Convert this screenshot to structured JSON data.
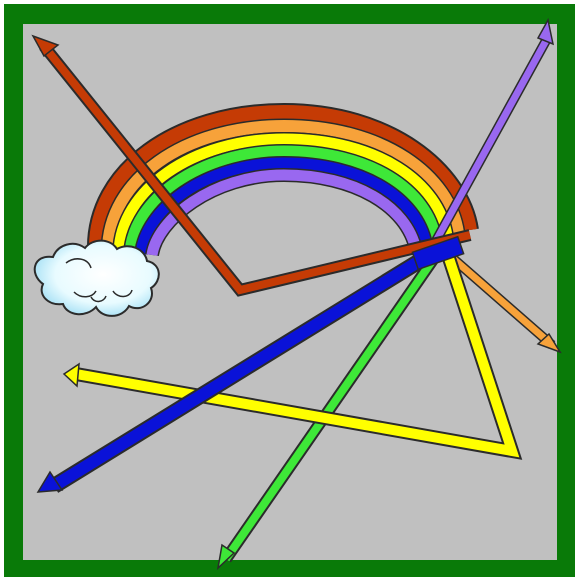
{
  "scene": {
    "subject": "rainbow",
    "colors": {
      "frame": "#097a08",
      "background": "#c0c0c0",
      "red": "#c53b05",
      "orange": "#f7a23a",
      "yellow": "#ffff00",
      "green": "#3ee838",
      "blue": "#0a12d8",
      "violet": "#9968f0",
      "outline": "#2b2b2b",
      "cloud": "#dff8ff",
      "cloud_shadow": "#8bd8f2"
    },
    "arrows": [
      {
        "name": "red-arrow",
        "color": "red"
      },
      {
        "name": "orange-arrow",
        "color": "orange"
      },
      {
        "name": "yellow-arrow",
        "color": "yellow"
      },
      {
        "name": "green-arrow",
        "color": "green"
      },
      {
        "name": "blue-arrow",
        "color": "blue"
      },
      {
        "name": "violet-arrow",
        "color": "violet"
      }
    ],
    "icons": [
      "cloud-icon",
      "arrowhead-icon"
    ]
  }
}
